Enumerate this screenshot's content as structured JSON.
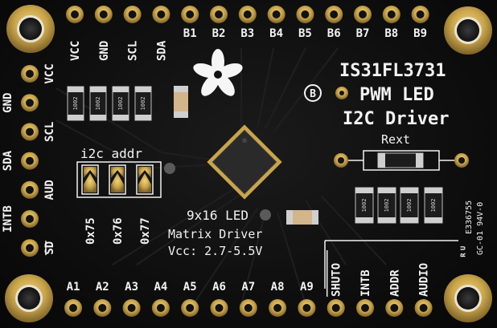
{
  "board": {
    "title_lines": [
      "IS31FL3731",
      "PWM LED",
      "I2C Driver"
    ],
    "address_section_label": "i2c addr",
    "address_jumpers": [
      "0x75",
      "0x76",
      "0x77"
    ],
    "rext_label": "Rext",
    "matrix_label_lines": [
      "9x16 LED",
      "Matrix Driver",
      "Vcc: 2.7-5.5V"
    ],
    "fiducial_letter": "B",
    "cert_lines": [
      "E336755",
      "GC-01 94V-0"
    ],
    "resistor_codes": [
      "1002",
      "1002",
      "1002",
      "1002",
      "1002",
      "1002",
      "1002",
      "1002"
    ]
  },
  "pins": {
    "top": [
      "VCC",
      "GND",
      "SCL",
      "SDA",
      "B1",
      "B2",
      "B3",
      "B4",
      "B5",
      "B6",
      "B7",
      "B8",
      "B9"
    ],
    "left": [
      "VCC",
      "GND",
      "SCL",
      "SDA",
      "AUD",
      "INTB",
      "SD"
    ],
    "bottom": [
      "A1",
      "A2",
      "A3",
      "A4",
      "A5",
      "A6",
      "A7",
      "A8",
      "A9",
      "SHUTO",
      "INTB",
      "ADDR",
      "AUDIO"
    ]
  },
  "colors": {
    "pcb": "#111111",
    "silkscreen": "#f2f2f2",
    "gold": "#c9a54a",
    "chip": "#2a2a2a"
  }
}
